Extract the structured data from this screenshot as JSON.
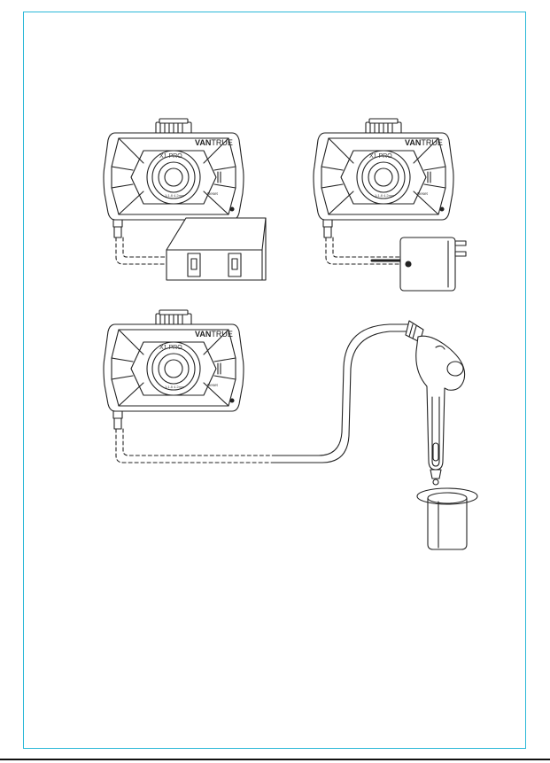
{
  "camera": {
    "brand_bold": "VAN",
    "brand_light": "TRUE",
    "model": "X1 PRO",
    "lens_text": "1:1.8 4.2mm",
    "reset_label": "Reset"
  },
  "colors": {
    "frame_border": "#2bb8d8",
    "line_art": "#222222"
  },
  "illustrations": [
    {
      "name": "camera-with-power-bank",
      "accessory": "usb-power-bank-icon"
    },
    {
      "name": "camera-with-wall-adapter",
      "accessory": "wall-adapter-icon"
    },
    {
      "name": "camera-with-car-charger",
      "accessory": "car-charger-icon"
    }
  ]
}
